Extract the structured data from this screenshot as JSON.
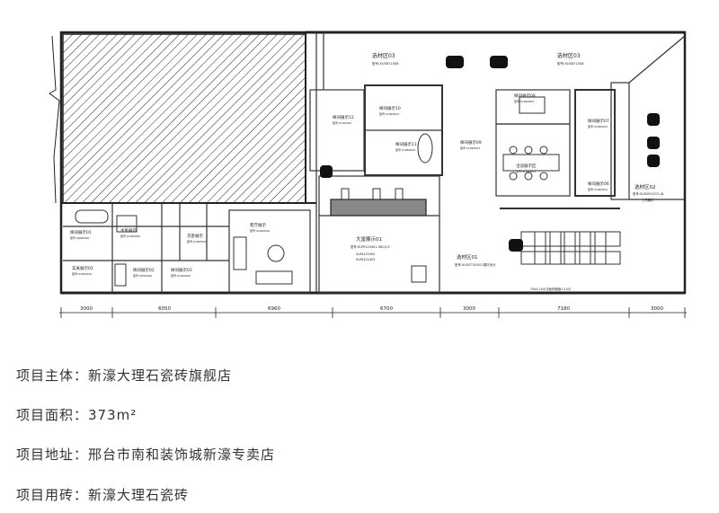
{
  "plan": {
    "zones": [
      {
        "key": "z_xuancai03_a",
        "title": "选材区03",
        "sub": "型号:XUS871508"
      },
      {
        "key": "z_xuancai03_b",
        "title": "选材区03",
        "sub": "型号:XUS871508"
      },
      {
        "key": "z_yangban12",
        "title": "样间展示12",
        "sub": "型号:XLG0200"
      },
      {
        "key": "z_yangban11",
        "title": "样间展示11",
        "sub": "型号:XLP66000"
      },
      {
        "key": "z_yangban10",
        "title": "样间展示10",
        "sub": "型号:XLP90003"
      },
      {
        "key": "z_yangban09",
        "title": "样间展示09",
        "sub": "型号:XLP90003"
      },
      {
        "key": "z_yangban07",
        "title": "样间展示07",
        "sub": "型号:XLP90003"
      },
      {
        "key": "z_yangban08",
        "title": "样间展示08",
        "sub": "型号:XLP90003"
      },
      {
        "key": "z_yangban06",
        "title": "样间展示06",
        "sub": "型号:XLP90003"
      },
      {
        "key": "z_qiatan",
        "title": "洽谈展示区",
        "sub": "型号:XLP90003"
      },
      {
        "key": "z_xuancai02",
        "title": "选材区02",
        "sub": "型号:XUS091207L-/B"
      },
      {
        "key": "z_shangbu",
        "title": "上帘展示",
        "sub": ""
      },
      {
        "key": "z_yangban01",
        "title": "样间展示01",
        "sub": "型号:XJP90020"
      },
      {
        "key": "z_zhuwo",
        "title": "主卧展示",
        "sub": "型号:XLP90000"
      },
      {
        "key": "z_ciwo",
        "title": "次卧展示",
        "sub": "型号:XLP90020"
      },
      {
        "key": "z_keting",
        "title": "客厅展示",
        "sub": "型号:XLP90020"
      },
      {
        "key": "z_dating",
        "title": "大堂展示01",
        "sub": "型号:XLPK120401-981/2/3"
      },
      {
        "key": "z_dating2",
        "title": "",
        "sub": "XLPA122402"
      },
      {
        "key": "z_dating3",
        "title": "",
        "sub": "XLPA122403"
      },
      {
        "key": "z_xuancai01",
        "title": "选材区01",
        "sub": "型号:XUS07150011展厅设计"
      },
      {
        "key": "z_yangban02",
        "title": "样间展示02",
        "sub": "型号:XJP90020"
      },
      {
        "key": "z_yangban03",
        "title": "样间展示03",
        "sub": "型号:XLP90000"
      },
      {
        "key": "z_xuanguan",
        "title": "玄关展示01",
        "sub": "型号:XLP90020"
      }
    ],
    "dimensions": [
      "3000",
      "6050",
      "6960",
      "6700",
      "3000",
      "7180",
      "3000"
    ],
    "bottom_note": "700A-1100平面布置图(1:143)"
  },
  "info": [
    {
      "label": "项目主体：",
      "value": "新濠大理石瓷砖旗舰店"
    },
    {
      "label": "项目面积：",
      "value": "373m²"
    },
    {
      "label": "项目地址：",
      "value": "邢台市南和装饰城新濠专卖店"
    },
    {
      "label": "项目用砖：",
      "value": "新濠大理石瓷砖"
    }
  ]
}
